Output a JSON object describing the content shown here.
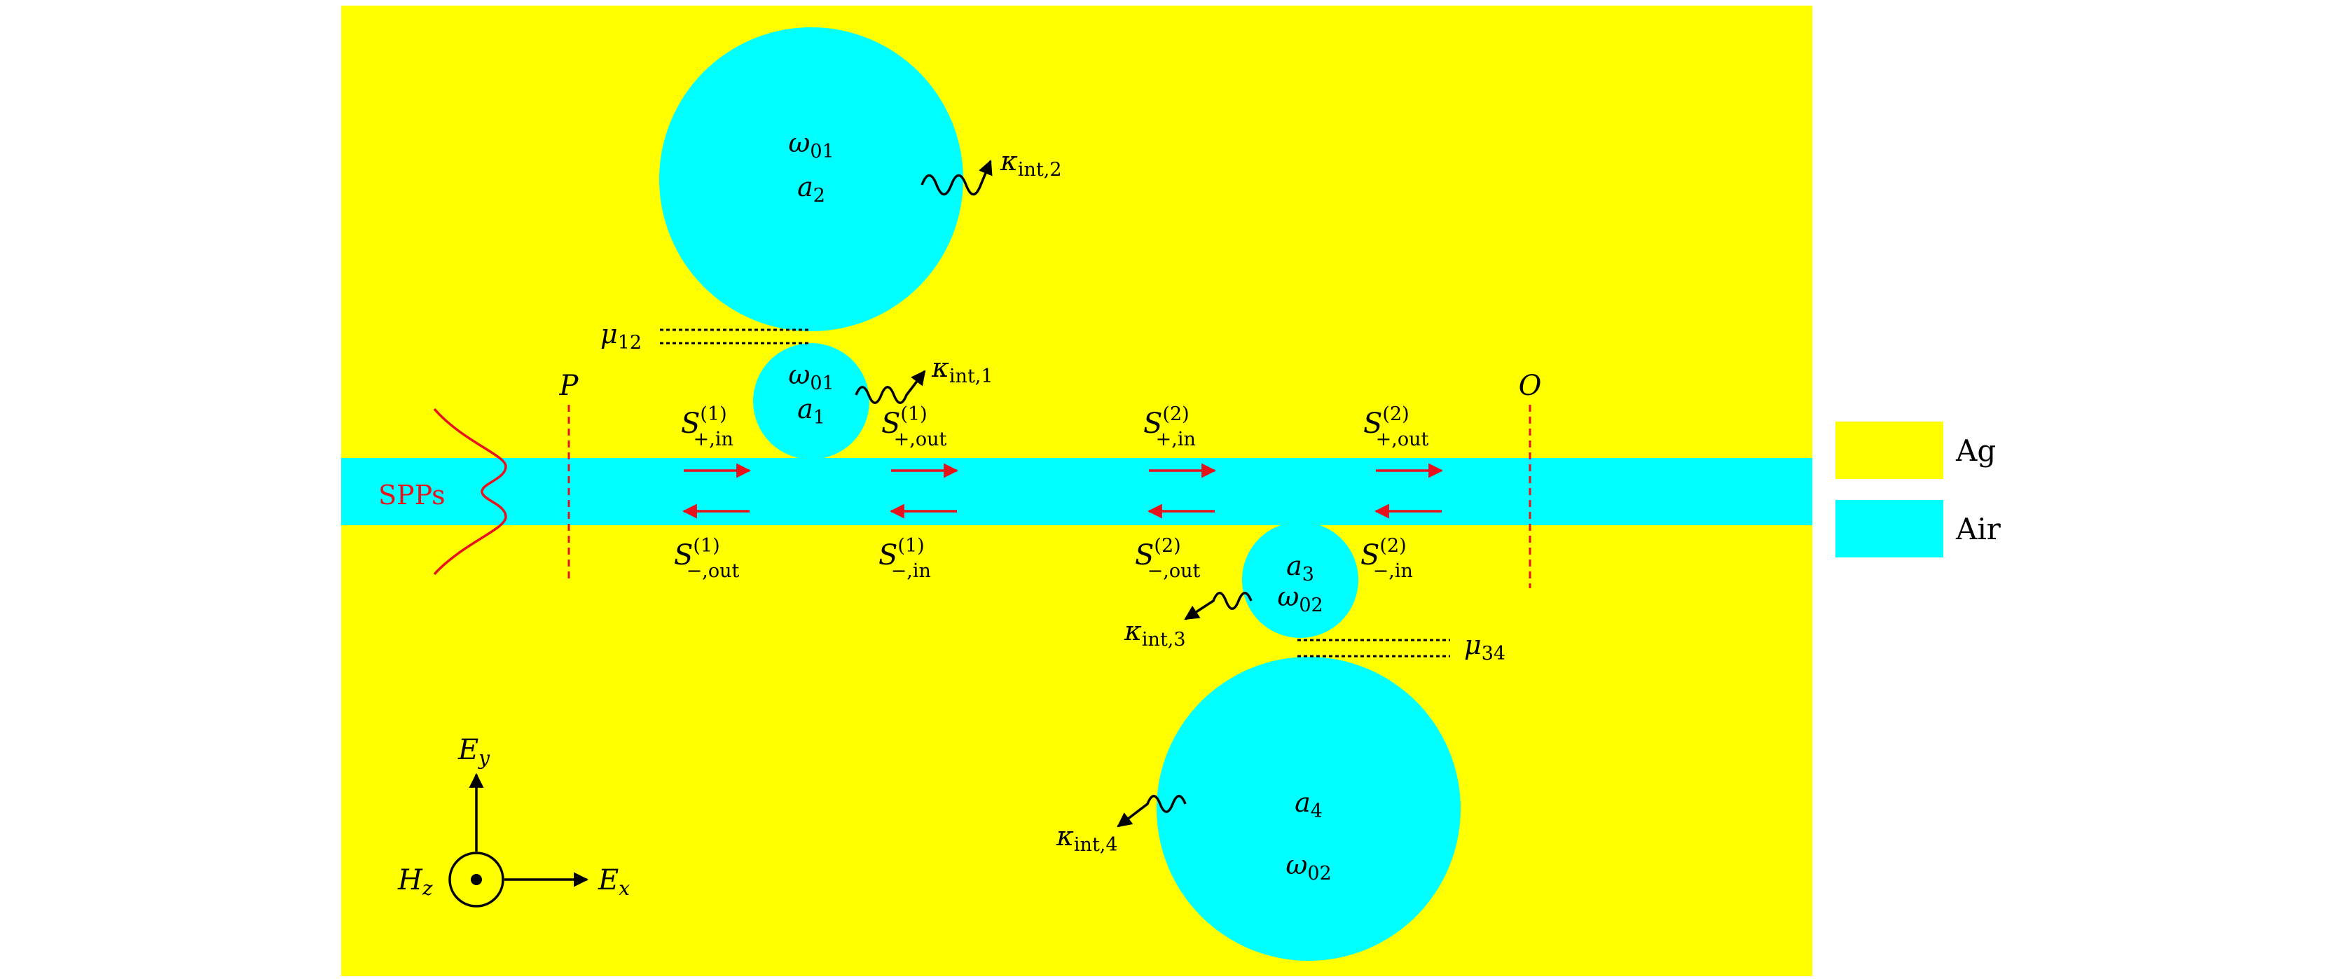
{
  "colors": {
    "silver": "#ffff00",
    "air": "#00ffff",
    "spp": "#e8121d",
    "arrow": "#e8121d",
    "ink": "#000000"
  },
  "cavities": {
    "a2": {
      "omega": "ω",
      "omega_sub": "01",
      "label": "a",
      "label_sub": "2"
    },
    "a1": {
      "omega": "ω",
      "omega_sub": "01",
      "label": "a",
      "label_sub": "1"
    },
    "a3": {
      "omega": "ω",
      "omega_sub": "02",
      "label": "a",
      "label_sub": "3"
    },
    "a4": {
      "omega": "ω",
      "omega_sub": "02",
      "label": "a",
      "label_sub": "4"
    }
  },
  "losses": {
    "k2": {
      "sym": "κ",
      "sub": "int,2"
    },
    "k1": {
      "sym": "κ",
      "sub": "int,1"
    },
    "k3": {
      "sym": "κ",
      "sub": "int,3"
    },
    "k4": {
      "sym": "κ",
      "sub": "int,4"
    }
  },
  "couplings": {
    "mu12": {
      "sym": "μ",
      "sub": "12"
    },
    "mu34": {
      "sym": "μ",
      "sub": "34"
    }
  },
  "ports": {
    "p_plus_in_1": {
      "sym": "S",
      "sup": "(1)",
      "sub": "+,in"
    },
    "p_plus_out_1": {
      "sym": "S",
      "sup": "(1)",
      "sub": "+,out"
    },
    "p_plus_in_2": {
      "sym": "S",
      "sup": "(2)",
      "sub": "+,in"
    },
    "p_plus_out_2": {
      "sym": "S",
      "sup": "(2)",
      "sub": "+,out"
    },
    "p_minus_out_1": {
      "sym": "S",
      "sup": "(1)",
      "sub": "−,out"
    },
    "p_minus_in_1": {
      "sym": "S",
      "sup": "(1)",
      "sub": "−,in"
    },
    "p_minus_out_2": {
      "sym": "S",
      "sup": "(2)",
      "sub": "−,out"
    },
    "p_minus_in_2": {
      "sym": "S",
      "sup": "(2)",
      "sub": "−,in"
    }
  },
  "reference_planes": {
    "P": "P",
    "O": "O"
  },
  "source_label": "SPPs",
  "axes": {
    "ey": {
      "sym": "E",
      "sub": "y"
    },
    "ex": {
      "sym": "E",
      "sub": "x"
    },
    "hz": {
      "sym": "H",
      "sub": "z"
    }
  },
  "legend": [
    {
      "name": "Ag",
      "color": "#ffff00"
    },
    {
      "name": "Air",
      "color": "#00ffff"
    }
  ]
}
